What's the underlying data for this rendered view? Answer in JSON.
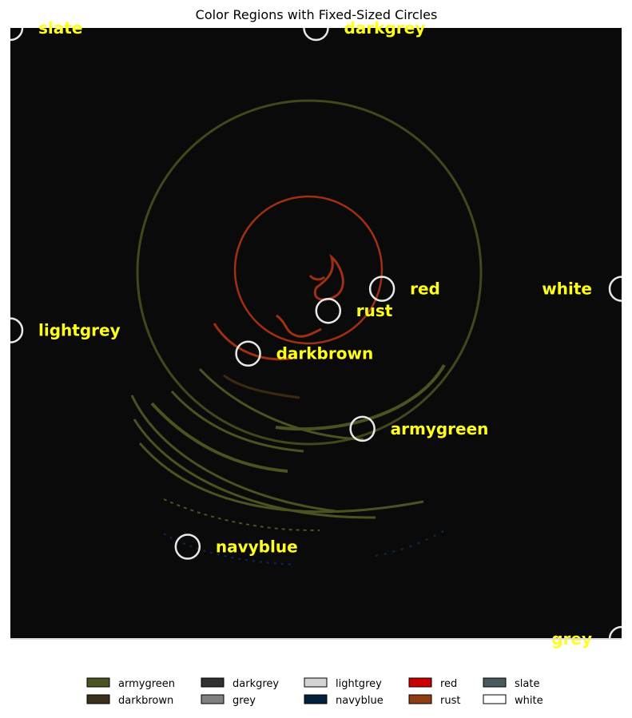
{
  "chart_data": {
    "type": "scatter",
    "title": "Color Regions with Fixed-Sized Circles",
    "xlim": [
      0,
      100
    ],
    "ylim": [
      0,
      100
    ],
    "axes_visible": false,
    "background": "#0a0a0a",
    "points": [
      {
        "label": "slate",
        "x": 0.0,
        "y": 100.0
      },
      {
        "label": "darkgrey",
        "x": 50.0,
        "y": 100.0
      },
      {
        "label": "red",
        "x": 60.8,
        "y": 57.3
      },
      {
        "label": "white",
        "x": 100.0,
        "y": 57.3
      },
      {
        "label": "rust",
        "x": 52.0,
        "y": 53.7
      },
      {
        "label": "lightgrey",
        "x": 0.0,
        "y": 50.5
      },
      {
        "label": "darkbrown",
        "x": 38.9,
        "y": 46.7
      },
      {
        "label": "armygreen",
        "x": 57.6,
        "y": 34.4
      },
      {
        "label": "navyblue",
        "x": 29.0,
        "y": 15.1
      },
      {
        "label": "grey",
        "x": 100.0,
        "y": 0.0
      }
    ],
    "legend": {
      "placement": "bottom-center",
      "columns": 5,
      "entries": [
        {
          "label": "armygreen",
          "color": "#4b5320"
        },
        {
          "label": "darkbrown",
          "color": "#3b2f1e"
        },
        {
          "label": "darkgrey",
          "color": "#303030"
        },
        {
          "label": "grey",
          "color": "#808080"
        },
        {
          "label": "lightgrey",
          "color": "#d3d3d3"
        },
        {
          "label": "navyblue",
          "color": "#001f3f"
        },
        {
          "label": "red",
          "color": "#cc0000"
        },
        {
          "label": "rust",
          "color": "#8f3b14"
        },
        {
          "label": "slate",
          "color": "#4a5a5e"
        },
        {
          "label": "white",
          "color": "#ffffff"
        }
      ]
    },
    "colors": {
      "armygreen_region": "#4b5320",
      "rust_region": "#a0300f",
      "navyblue_region": "#0a2a55",
      "darkbrown_region": "#3b2a12",
      "label_text": "#ffff1a",
      "marker_edge": "#e8e8e8"
    }
  }
}
